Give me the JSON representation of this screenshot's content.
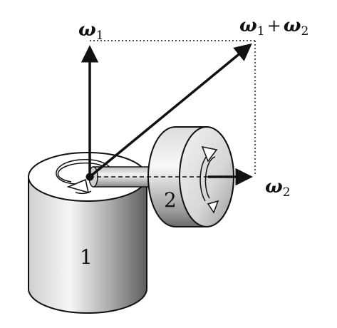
{
  "labels": {
    "omega1": {
      "symbol": "ω",
      "sub": "1"
    },
    "sum": {
      "symbol_a": "ω",
      "sub_a": "1",
      "op": "+",
      "symbol_b": "ω",
      "sub_b": "2"
    },
    "omega2": {
      "symbol": "ω",
      "sub": "2"
    },
    "body1": "1",
    "body2": "2"
  },
  "colors": {
    "ink": "#111111",
    "metal_light": "#f2f2f2",
    "metal_dark": "#6a6a6a"
  }
}
